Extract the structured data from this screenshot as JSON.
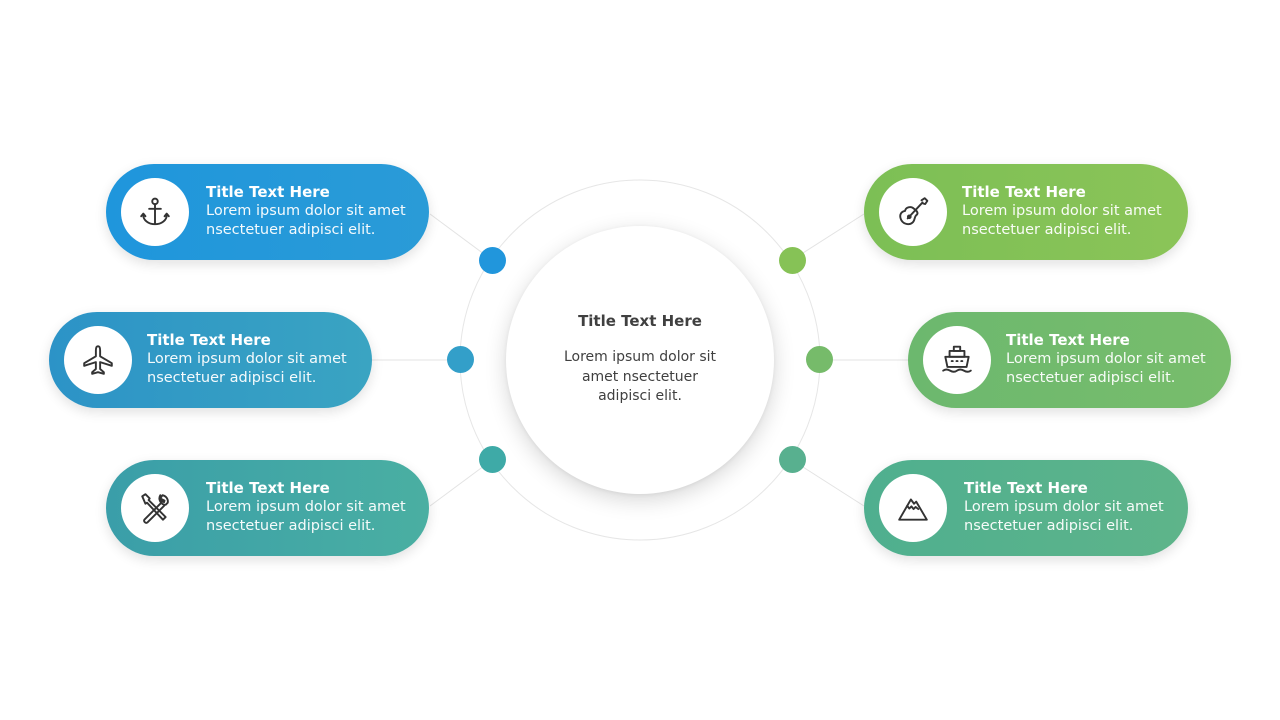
{
  "center": {
    "title": "Title  Text Here",
    "body": "Lorem ipsum dolor sit amet nsectetuer adipisci elit."
  },
  "items": [
    {
      "title": "Title  Text Here",
      "body": "Lorem ipsum dolor sit amet nsectetuer  adipisci elit.",
      "icon": "anchor-icon",
      "color_start": "#1f96dc",
      "color_end": "#2a9bd7"
    },
    {
      "title": "Title  Text Here",
      "body": "Lorem ipsum dolor sit amet nsectetuer  adipisci elit.",
      "icon": "airplane-icon",
      "color_start": "#2c93c7",
      "color_end": "#3aa4c2"
    },
    {
      "title": "Title  Text Here",
      "body": "Lorem ipsum dolor sit amet nsectetuer  adipisci elit.",
      "icon": "tools-icon",
      "color_start": "#3a9ea9",
      "color_end": "#4aafa2"
    },
    {
      "title": "Title  Text Here",
      "body": "Lorem ipsum dolor sit amet nsectetuer  adipisci elit.",
      "icon": "guitar-icon",
      "color_start": "#7cbf55",
      "color_end": "#8bc458"
    },
    {
      "title": "Title  Text Here",
      "body": "Lorem ipsum dolor sit amet nsectetuer  adipisci elit.",
      "icon": "ship-icon",
      "color_start": "#6cb86e",
      "color_end": "#78bd6c"
    },
    {
      "title": "Title  Text Here",
      "body": "Lorem ipsum dolor sit amet nsectetuer  adipisci elit.",
      "icon": "mountain-icon",
      "color_start": "#4faf8f",
      "color_end": "#5eb48a"
    }
  ],
  "dots": [
    {
      "color": "#2196dc"
    },
    {
      "color": "#339fc9"
    },
    {
      "color": "#3eaaa7"
    },
    {
      "color": "#86c256"
    },
    {
      "color": "#76bb6a"
    },
    {
      "color": "#58b08f"
    }
  ]
}
